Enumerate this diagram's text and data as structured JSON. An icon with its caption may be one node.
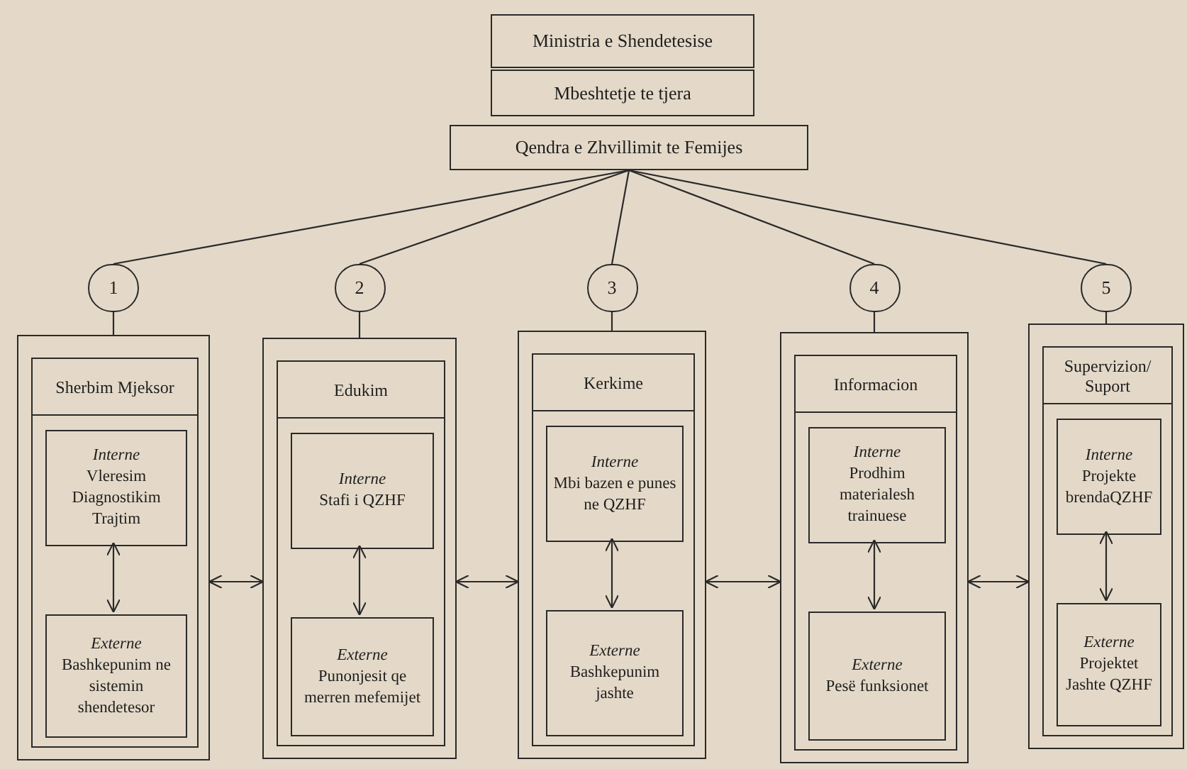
{
  "diagram": {
    "nodes": [
      {
        "text": [
          "Ministria e Shendetesise"
        ]
      },
      {
        "text": [
          "Mbeshtetje te tjera"
        ]
      },
      {
        "text": [
          "Qendra e Zhvillimit te Femijes"
        ]
      },
      {
        "text": [
          "1"
        ]
      },
      {
        "text": [],
        "shape": "box"
      },
      {
        "text": [
          "Sherbim Mjeksor"
        ],
        "in": 4
      },
      {
        "text": [
          "Interne",
          "Vleresim Diagnostikim Trajtim"
        ],
        "in": 5
      },
      {
        "text": [
          "Externe",
          "Bashkepunim ne sistemin shendetesor"
        ],
        "in": 5
      },
      {
        "text": [
          "2"
        ]
      },
      {
        "text": [],
        "shape": "box"
      },
      {
        "text": [
          "Edukim"
        ],
        "in": 9
      },
      {
        "text": [
          "Interne",
          "Stafi i QZHF"
        ],
        "in": 10
      },
      {
        "text": [
          "Externe",
          "Punonjesit qe merren mefemijet"
        ],
        "in": 10
      },
      {
        "text": [
          "3"
        ]
      },
      {
        "text": [],
        "shape": "box"
      },
      {
        "text": [
          "Kerkime"
        ],
        "in": 14
      },
      {
        "text": [
          "Interne",
          "Mbi bazen e punes ne QZHF"
        ],
        "in": 15
      },
      {
        "text": [
          "Externe",
          "Bashkepunim jashte"
        ],
        "in": 15
      },
      {
        "text": [
          "4"
        ]
      },
      {
        "text": [],
        "shape": "box"
      },
      {
        "text": [
          "Informacion"
        ],
        "in": 19
      },
      {
        "text": [
          "Interne",
          "Prodhim materialesh trainuese"
        ],
        "in": 20
      },
      {
        "text": [
          "Externe",
          "Pesë funksionet"
        ],
        "in": 20
      },
      {
        "text": [
          "5"
        ]
      },
      {
        "text": [],
        "shape": "box"
      },
      {
        "text": [
          "Supervizion/ Suport"
        ],
        "in": 24
      },
      {
        "text": [
          "Interne",
          "Projekte brendaQZHF"
        ],
        "in": 25
      },
      {
        "text": [
          "Externe",
          "Projektet Jashte QZHF"
        ],
        "in": 25
      }
    ],
    "edges": [
      {
        "from": 2,
        "to": 3,
        "arrow": "none"
      },
      {
        "from": 2,
        "to": 8,
        "arrow": "none"
      },
      {
        "from": 2,
        "to": 13,
        "arrow": "none"
      },
      {
        "from": 2,
        "to": 18,
        "arrow": "none"
      },
      {
        "from": 2,
        "to": 23,
        "arrow": "none"
      },
      {
        "from": 3,
        "to": 4,
        "arrow": "none"
      },
      {
        "from": 8,
        "to": 9,
        "arrow": "none"
      },
      {
        "from": 13,
        "to": 14,
        "arrow": "none"
      },
      {
        "from": 18,
        "to": 19,
        "arrow": "none"
      },
      {
        "from": 23,
        "to": 24,
        "arrow": "none"
      },
      {
        "from": 6,
        "to": 7,
        "arrow": "both"
      },
      {
        "from": 11,
        "to": 12,
        "arrow": "both"
      },
      {
        "from": 16,
        "to": 17,
        "arrow": "both"
      },
      {
        "from": 21,
        "to": 22,
        "arrow": "both"
      },
      {
        "from": 26,
        "to": 27,
        "arrow": "both"
      },
      {
        "from": 4,
        "to": 9,
        "arrow": "both"
      },
      {
        "from": 9,
        "to": 14,
        "arrow": "both"
      },
      {
        "from": 14,
        "to": 19,
        "arrow": "both"
      },
      {
        "from": 19,
        "to": 24,
        "arrow": "both"
      }
    ]
  }
}
